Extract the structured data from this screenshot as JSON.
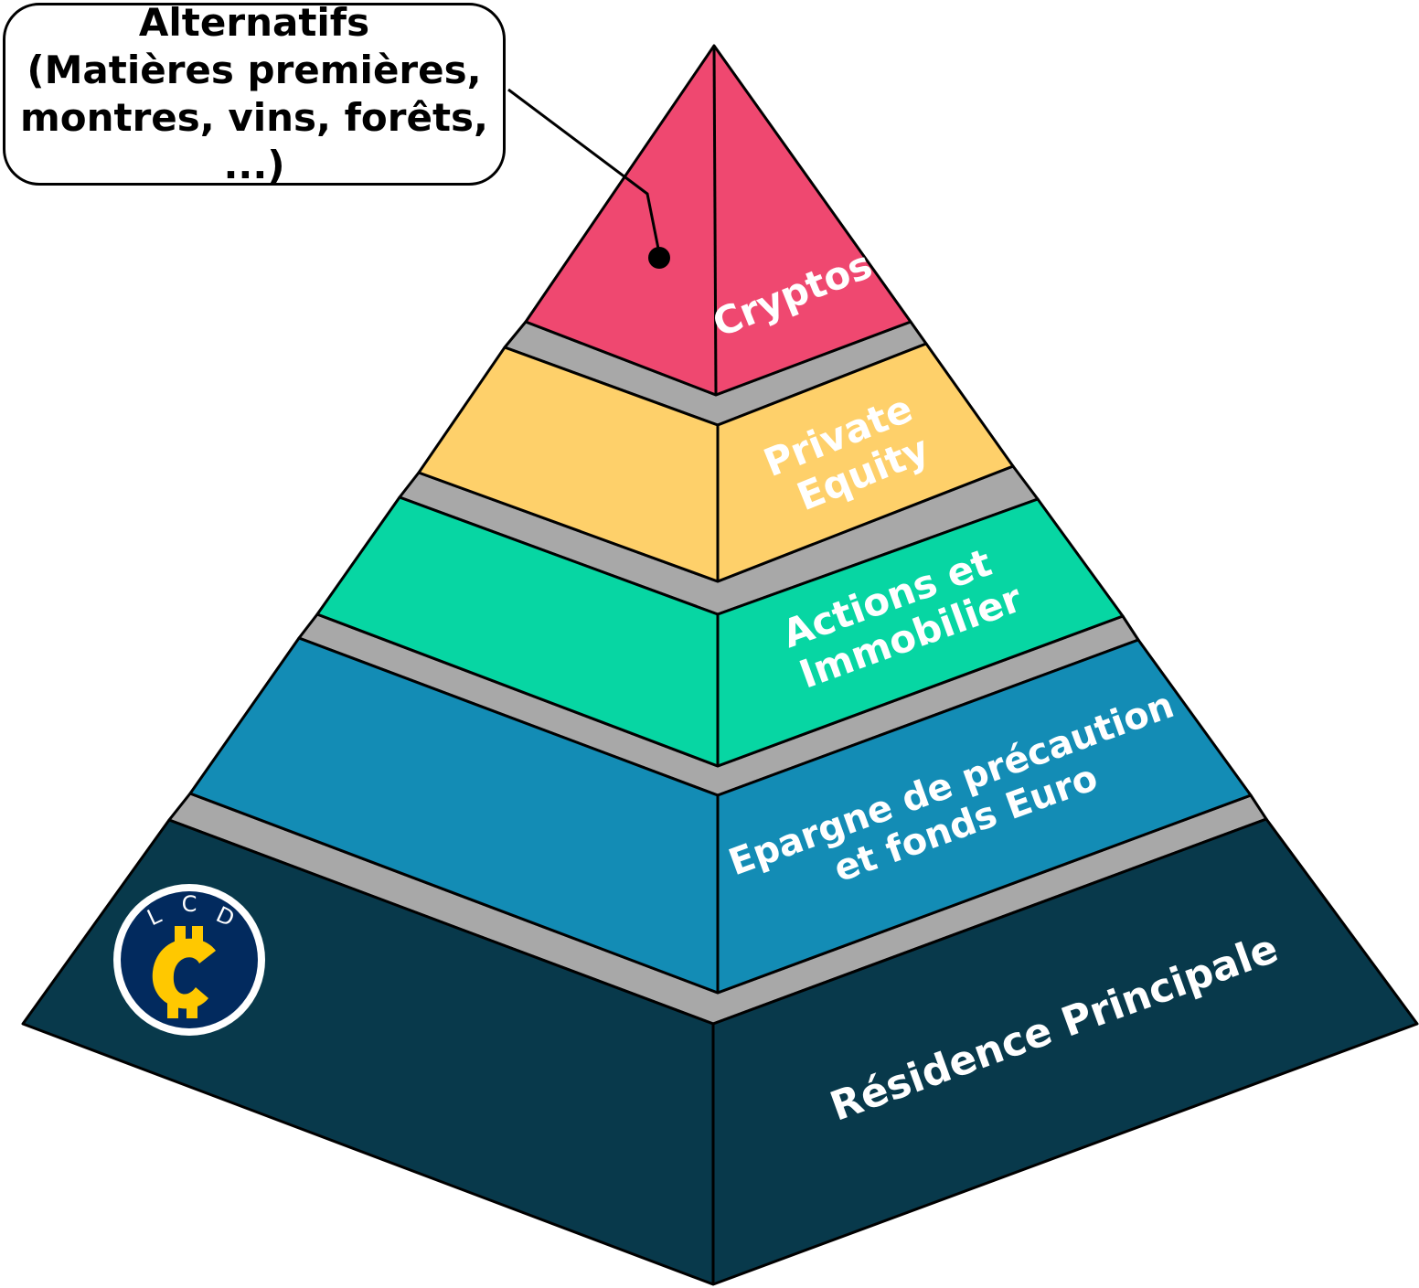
{
  "callout": {
    "title": "Alternatifs",
    "line1": "(Matières premières,",
    "line2": "montres, vins, forêts, ...)"
  },
  "layers": [
    {
      "label_lines": [
        "Cryptos"
      ],
      "color": "#EF4870"
    },
    {
      "label_lines": [
        "Private",
        "Equity"
      ],
      "color": "#FED06A"
    },
    {
      "label_lines": [
        "Actions et",
        "Immobilier"
      ],
      "color": "#07D6A3"
    },
    {
      "label_lines": [
        "Epargne de précaution",
        "et fonds Euro"
      ],
      "color": "#138CB5"
    },
    {
      "label_lines": [
        "Résidence Principale"
      ],
      "color": "#08394B"
    }
  ],
  "band_color": "#A8A8A8",
  "logo": {
    "text": "LCD",
    "symbol": "₵",
    "bg": "#022A5E",
    "accent": "#FFC800"
  }
}
